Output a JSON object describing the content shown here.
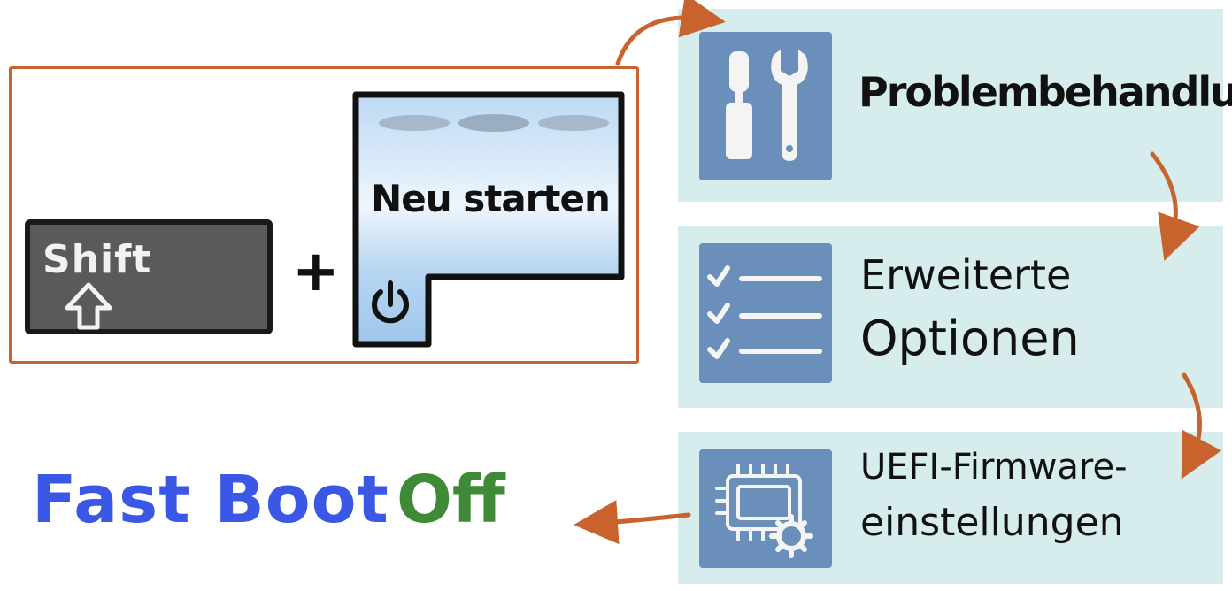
{
  "colors": {
    "frame_orange": "#c8632d",
    "panel_teal": "#d6eced",
    "tile_blue": "#6a8fba",
    "key_gray": "#5a5a5a",
    "restart_blue": "#a9cdf0",
    "fast_boot_blue": "#3a57e6",
    "off_green": "#3e8a36"
  },
  "shortcut": {
    "key_label": "Shift",
    "key_icon": "shift-arrow-icon",
    "plus": "+",
    "restart_label": "Neu starten",
    "restart_icon": "power-icon"
  },
  "menu_steps": [
    {
      "label_lines": [
        "Problembehandlung"
      ],
      "icon": "tools-icon"
    },
    {
      "label_lines": [
        "Erweiterte",
        "Optionen"
      ],
      "icon": "checklist-icon"
    },
    {
      "label_lines": [
        "UEFI-Firmware-",
        "einstellungen"
      ],
      "icon": "chip-gear-icon"
    }
  ],
  "result": {
    "setting": "Fast Boot",
    "value": "Off"
  }
}
